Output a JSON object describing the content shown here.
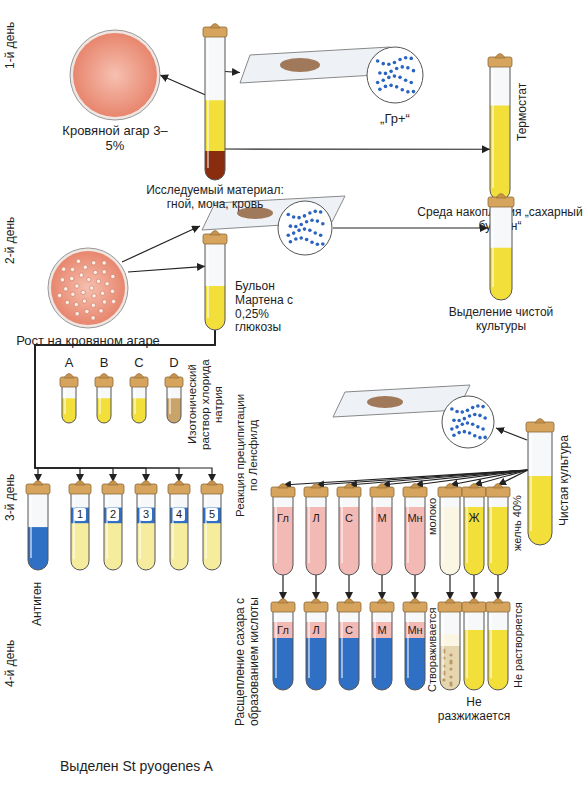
{
  "diagram": {
    "nodes": [
      {
        "text": [
          "Кровяной агар 3–5%"
        ]
      },
      {
        "text": [
          "Исследуемый материал: гной, моча, кровь"
        ]
      },
      {
        "text": [
          "„Гр+“"
        ]
      },
      {
        "text": [
          "Термостат",
          "Среда накопления „сахарный бульон“"
        ]
      },
      {
        "text": [
          "Рост на кровяном агаре"
        ]
      },
      {
        "text": [
          "Бульон Мартена с 0,25% глюкозы"
        ]
      },
      {
        "text": [
          "Выделение чистой культуры"
        ]
      },
      {
        "text": [
          "A"
        ]
      },
      {
        "text": [
          "B"
        ]
      },
      {
        "text": [
          "C"
        ]
      },
      {
        "text": [
          "D"
        ]
      },
      {
        "text": [
          "Антиген"
        ]
      },
      {
        "text": [
          "1"
        ]
      },
      {
        "text": [
          "2"
        ]
      },
      {
        "text": [
          "3"
        ]
      },
      {
        "text": [
          "4"
        ]
      },
      {
        "text": [
          "5"
        ]
      },
      {
        "text": [
          "Гл"
        ]
      },
      {
        "text": [
          "Л"
        ]
      },
      {
        "text": [
          "С"
        ]
      },
      {
        "text": [
          "М"
        ]
      },
      {
        "text": [
          "Мн"
        ]
      },
      {
        "text": [
          "молоко"
        ]
      },
      {
        "text": [
          "Ж"
        ]
      },
      {
        "text": [
          "желчь 40%"
        ]
      },
      {
        "text": [
          "Чистая культура"
        ]
      },
      {
        "text": [
          "Гл"
        ]
      },
      {
        "text": [
          "Л"
        ]
      },
      {
        "text": [
          "С"
        ]
      },
      {
        "text": [
          "М"
        ]
      },
      {
        "text": [
          "Мн"
        ]
      },
      {
        "text": [
          "Створаживается"
        ]
      },
      {
        "text": [
          "Не разжижается"
        ]
      },
      {
        "text": [
          "Не растворяется"
        ]
      }
    ],
    "edges": [
      {
        "from": 1,
        "to": 0,
        "arrow": "to"
      },
      {
        "from": 1,
        "to": 2,
        "arrow": "to"
      },
      {
        "from": 1,
        "to": 3,
        "arrow": "to"
      },
      {
        "from": 4,
        "to": 5,
        "arrow": "to"
      },
      {
        "from": 5,
        "to": 11,
        "arrow": "to"
      },
      {
        "from": 5,
        "to": 12,
        "arrow": "to"
      },
      {
        "from": 5,
        "to": 13,
        "arrow": "to"
      },
      {
        "from": 5,
        "to": 14,
        "arrow": "to"
      },
      {
        "from": 5,
        "to": 15,
        "arrow": "to"
      },
      {
        "from": 5,
        "to": 16,
        "arrow": "to"
      },
      {
        "from": 25,
        "to": 17,
        "arrow": "to"
      },
      {
        "from": 25,
        "to": 18,
        "arrow": "to"
      },
      {
        "from": 25,
        "to": 19,
        "arrow": "to"
      },
      {
        "from": 25,
        "to": 20,
        "arrow": "to"
      },
      {
        "from": 25,
        "to": 21,
        "arrow": "to"
      },
      {
        "from": 25,
        "to": 22,
        "arrow": "to"
      },
      {
        "from": 25,
        "to": 23,
        "arrow": "to"
      },
      {
        "from": 25,
        "to": 24,
        "arrow": "to"
      },
      {
        "from": 17,
        "to": 26,
        "arrow": "to"
      },
      {
        "from": 18,
        "to": 27,
        "arrow": "to"
      },
      {
        "from": 19,
        "to": 28,
        "arrow": "to"
      },
      {
        "from": 20,
        "to": 29,
        "arrow": "to"
      },
      {
        "from": 21,
        "to": 30,
        "arrow": "to"
      },
      {
        "from": 22,
        "to": 31,
        "arrow": "to"
      },
      {
        "from": 23,
        "to": 32,
        "arrow": "to"
      },
      {
        "from": 24,
        "to": 33,
        "arrow": "to"
      }
    ],
    "labels": [
      "1-й день",
      "2-й день",
      "3-й день",
      "4-й день",
      "Изотонический раствор хлорида натрия",
      "Реакция преципитации по Ленсфилд",
      "Расщепление сахара с образованием кислоты",
      "Выделен St pyogenes A"
    ]
  }
}
